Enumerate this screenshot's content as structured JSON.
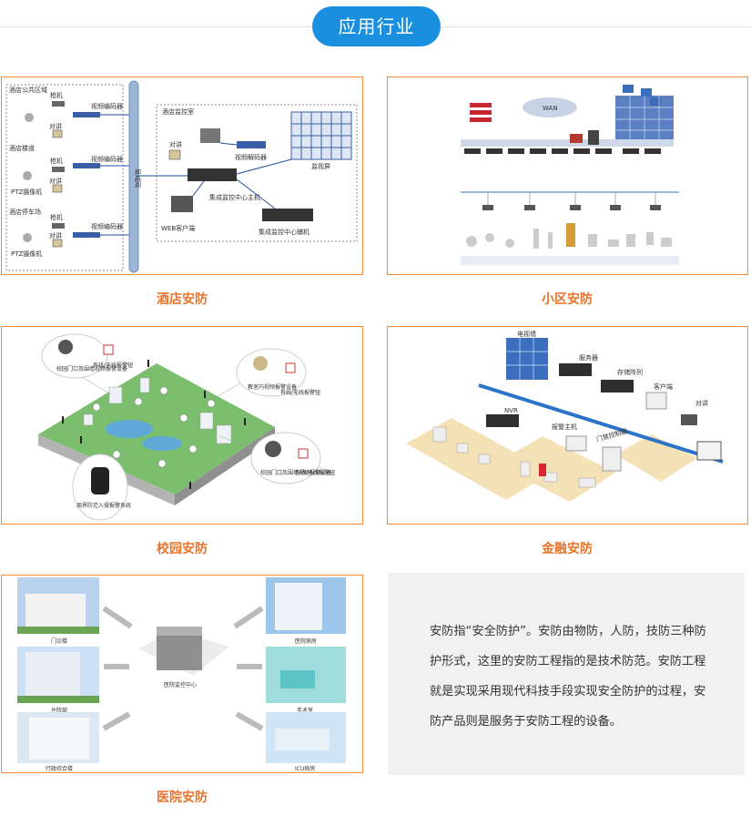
{
  "header": {
    "title": "应用行业"
  },
  "cards": [
    {
      "caption": "酒店安防",
      "labels": {
        "zone_public": "酒店公共区域",
        "zone_hall": "酒店楼道",
        "zone_parking": "酒店停车场",
        "gun_camera": "枪机",
        "intercom": "对讲",
        "ptz": "PTZ摄像机",
        "encoder": "视频编码器",
        "lan": "局域网",
        "monitor_room": "酒店监控室",
        "decoder": "视频解码器",
        "wall": "监视屏",
        "main_host": "集成监控中心主机",
        "aux_host": "集成监控中心辅机",
        "web_client": "WEB客户端"
      }
    },
    {
      "caption": "小区安防",
      "labels": {
        "wan": "WAN"
      }
    },
    {
      "caption": "校园安防",
      "labels": {
        "gate_cam": "校园门口及围墙视频报警设备",
        "alarm_btn": "有线/无线报警钮",
        "class_cam": "教室内视频报警设备",
        "perimeter": "周界防范入侵报警系统",
        "gate_cam2": "校园门口及围墙视频报警设备",
        "alarm_btn2": "有线/无线报警钮"
      }
    },
    {
      "caption": "金融安防",
      "labels": {
        "tv_wall": "电视墙",
        "server": "服务器",
        "storage": "存储阵列",
        "client": "客户端",
        "intercom": "对讲",
        "nvr": "NVR",
        "alarm_host": "报警主机",
        "access": "门禁控制器"
      }
    },
    {
      "caption": "医院安防",
      "labels": {
        "outpatient": "门诊楼",
        "inpatient": "住院部",
        "admin": "行政综合楼",
        "center": "医院监控中心",
        "ward": "医院病房",
        "surgery": "手术室",
        "icu": "ICU病房"
      }
    }
  ],
  "description": "安防指“安全防护”。安防由物防，人防，技防三种防护形式，这里的安防工程指的是技术防范。安防工程就是实现采用现代科技手段实现安全防护的过程，安防产品则是服务于安防工程的设备。",
  "colors": {
    "accent": "#1a8fe0",
    "border": "#f08a3c",
    "caption": "#e8732a"
  }
}
